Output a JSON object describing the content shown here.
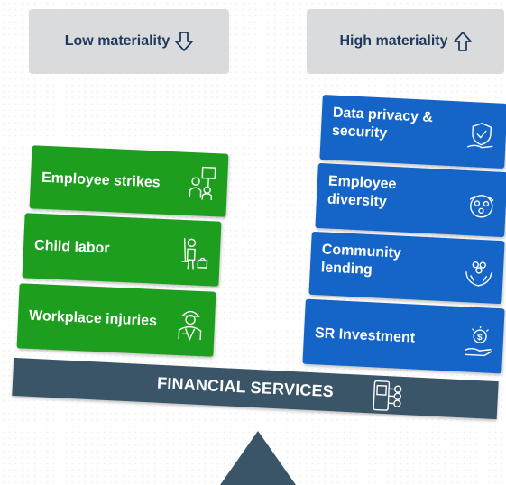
{
  "headers": {
    "low": {
      "label": "Low materiality",
      "icon": "arrow-down-icon"
    },
    "high": {
      "label": "High materiality",
      "icon": "arrow-up-icon"
    }
  },
  "low_items": [
    {
      "label": "Employee strikes",
      "icon": "strikers-icon"
    },
    {
      "label": "Child labor",
      "icon": "child-labor-icon"
    },
    {
      "label": "Workplace injuries",
      "icon": "injured-worker-icon"
    }
  ],
  "high_items": [
    {
      "label": "Data privacy & security",
      "icon": "shield-hand-icon"
    },
    {
      "label": "Employee diversity",
      "icon": "diverse-people-icon"
    },
    {
      "label": "Community lending",
      "icon": "community-hands-icon"
    },
    {
      "label": "SR Investment",
      "icon": "money-hand-icon"
    }
  ],
  "beam": {
    "label": "FINANCIAL SERVICES",
    "icon": "mobile-banking-icon"
  },
  "colors": {
    "low": "#1e9e1e",
    "high": "#1565c8",
    "beam": "#3b5568",
    "header_bg": "#d9dbdd"
  }
}
